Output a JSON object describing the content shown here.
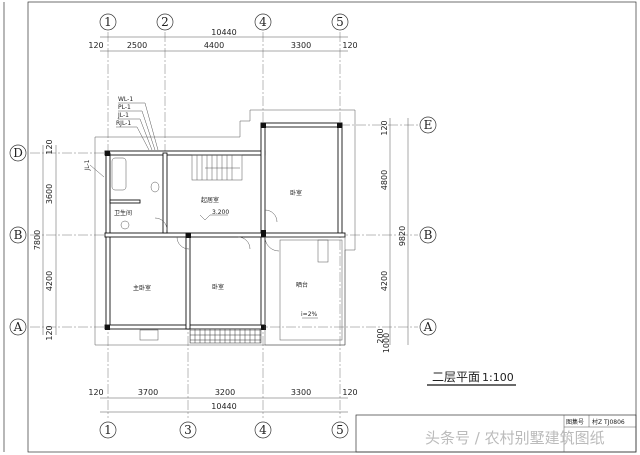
{
  "drawing": {
    "title": "二层平面",
    "scale": "1:100",
    "axes_top": [
      "1",
      "2",
      "4",
      "5"
    ],
    "axes_bottom": [
      "1",
      "3",
      "4",
      "5"
    ],
    "axes_left": [
      "D",
      "B",
      "A"
    ],
    "axes_right": [
      "E",
      "B",
      "A"
    ],
    "dims_top_total": "10440",
    "dims_top": [
      "120",
      "2500",
      "4400",
      "3300"
    ],
    "dims_bottom": [
      "120",
      "3700",
      "3200",
      "3300"
    ],
    "dims_bottom_total": "10440",
    "dims_bottom_end": "120",
    "dims_left": [
      "120",
      "3600",
      "4200",
      "120"
    ],
    "dims_left_total": "7800",
    "dims_right": [
      "120",
      "4800",
      "4200",
      "200",
      "1000"
    ],
    "dims_right_total": "9820",
    "pipes": [
      "WL-1",
      "PL-1",
      "JL-1",
      "RJL-1"
    ],
    "pipe_left": "JL-1",
    "rooms": {
      "living": "起居室",
      "bedroom_ne": "卧室",
      "bathroom": "卫生间",
      "master": "主卧室",
      "bedroom_s": "卧室",
      "balcony": "晒台"
    },
    "elevation": "3.200",
    "slope": "i=2%"
  },
  "title_block": {
    "label": "图集号",
    "code": "村Z TJ0806",
    "watermark": "头条号 / 农村别墅建筑图纸"
  }
}
